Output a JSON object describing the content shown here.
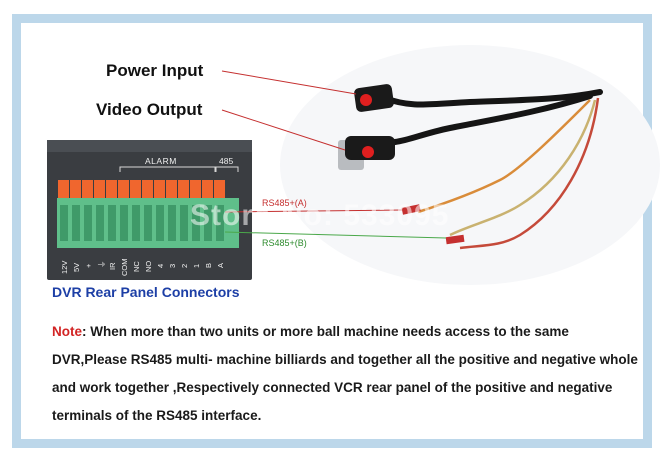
{
  "labels": {
    "power_input": "Power Input",
    "video_output": "Video Output",
    "panel_caption": "DVR Rear Panel Connectors",
    "rs485_a": "RS485+(A)",
    "rs485_b": "RS485+(B)",
    "alarm": "ALARM",
    "rs485": "485",
    "watermark": "Store No: 533095"
  },
  "terminals": [
    "12V",
    "5V",
    "+",
    "⏚",
    "IR",
    "COM",
    "NC",
    "NO",
    "4",
    "3",
    "2",
    "1",
    "B",
    "A"
  ],
  "note": {
    "label": "Note",
    "text": ": When more than two units or more ball machine needs access to the same DVR,Please RS485 multi- machine billiards and together all the positive and negative whole and work together ,Respectively connected VCR rear panel of the positive and negative terminals of the RS485 interface."
  },
  "colors": {
    "frame": "#bcd7ea",
    "note_label": "#d22424",
    "caption": "#1d3fa6",
    "rs485_a": "#c53030",
    "rs485_b": "#2e8b2e"
  }
}
